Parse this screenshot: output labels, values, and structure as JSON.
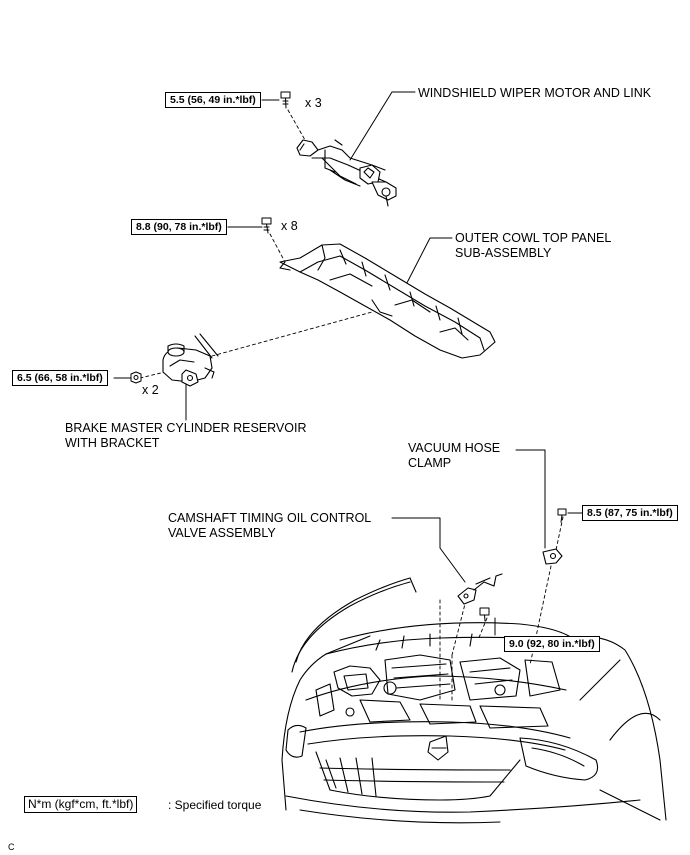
{
  "parts": {
    "wiper_motor": "WINDSHIELD WIPER MOTOR AND LINK",
    "cowl_panel": "OUTER COWL TOP PANEL\nSUB-ASSEMBLY",
    "brake_reservoir": "BRAKE MASTER CYLINDER RESERVOIR\nWITH BRACKET",
    "vacuum_clamp": "VACUUM HOSE\nCLAMP",
    "camshaft_valve": "CAMSHAFT TIMING OIL CONTROL\nVALVE ASSEMBLY"
  },
  "torques": {
    "wiper": "5.5 (56, 49 in.*lbf)",
    "cowl": "8.8 (90, 78 in.*lbf)",
    "reservoir": "6.5 (66, 58 in.*lbf)",
    "clamp": "8.5 (87, 75 in.*lbf)",
    "valve": "9.0 (92, 80 in.*lbf)"
  },
  "quantities": {
    "wiper": "x 3",
    "cowl": "x 8",
    "reservoir": "x 2"
  },
  "legend": {
    "box": "N*m (kgf*cm, ft.*lbf)",
    "text": ": Specified torque"
  },
  "corner_code": "C"
}
